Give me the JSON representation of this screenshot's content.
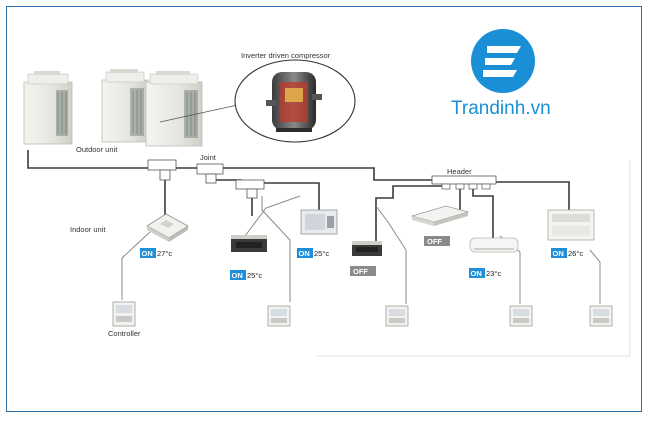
{
  "labels": {
    "compressor": "Inverter driven compressor",
    "outdoor_unit": "Outdoor unit",
    "joint": "Joint",
    "header": "Header",
    "indoor_unit": "Indoor unit",
    "controller": "Controller"
  },
  "brand": {
    "name": "Trandinh.vn",
    "color": "#1a8fd6"
  },
  "units": [
    {
      "state": "ON",
      "temp": "27°c"
    },
    {
      "state": "ON",
      "temp": "25°c"
    },
    {
      "state": "ON",
      "temp": "25°c"
    },
    {
      "state": "OFF",
      "temp": ""
    },
    {
      "state": "OFF",
      "temp": ""
    },
    {
      "state": "ON",
      "temp": "23°c"
    },
    {
      "state": "ON",
      "temp": "26°c"
    }
  ],
  "colors": {
    "on_badge": "#1f8fd8",
    "off_badge": "#8a8a8a",
    "frame": "#2f6fa8"
  }
}
